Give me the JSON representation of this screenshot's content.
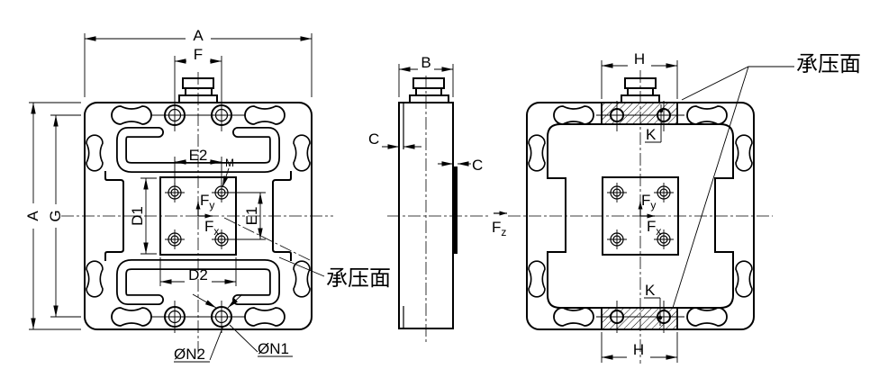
{
  "drawing": {
    "background": "#ffffff",
    "line_color": "#000000",
    "text_color": "#000000"
  },
  "front_view": {
    "dim_a_width": "A",
    "dim_f": "F",
    "dim_a_height": "A",
    "dim_g": "G",
    "dim_e2": "E2",
    "dim_m": "M",
    "dim_d1": "D1",
    "dim_e1": "E1",
    "dim_d2": "D2",
    "dim_n2": "ØN2",
    "dim_n1": "ØN1",
    "force_y_f": "F",
    "force_y_sub": "y",
    "force_x_f": "F",
    "force_x_sub": "x",
    "bearing_label": "承压面"
  },
  "side_view": {
    "dim_b": "B",
    "dim_c_left": "C",
    "dim_c_right": "C",
    "force_z_f": "F",
    "force_z_sub": "z"
  },
  "rear_view": {
    "dim_h_top": "H",
    "dim_k_top": "K",
    "dim_k_bottom": "K",
    "dim_h_bottom": "H",
    "force_y_f": "F",
    "force_y_sub": "y",
    "force_x_f": "F",
    "force_x_sub": "x",
    "bearing_label": "承压面"
  }
}
